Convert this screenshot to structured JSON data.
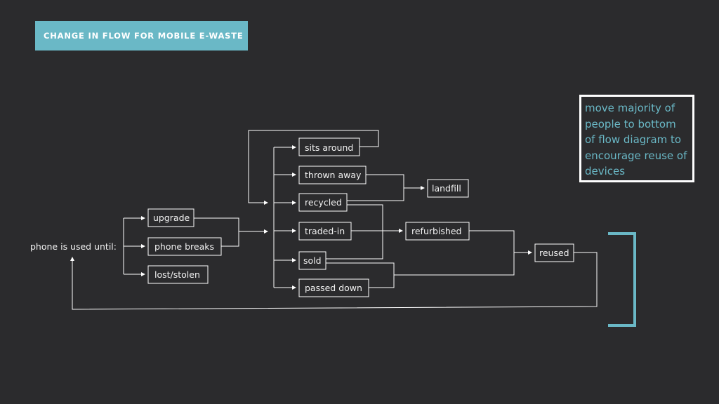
{
  "header": {
    "title": "CHANGE IN FLOW FOR MOBILE E-WASTE"
  },
  "diagram": {
    "start_label": "phone is used until:",
    "triggers": {
      "upgrade": "upgrade",
      "phone_breaks": "phone breaks",
      "lost_stolen": "lost/stolen"
    },
    "outcomes": {
      "sits_around": "sits around",
      "thrown_away": "thrown away",
      "recycled": "recycled",
      "traded_in": "traded-in",
      "sold": "sold",
      "passed_down": "passed down"
    },
    "results": {
      "landfill": "landfill",
      "refurbished": "refurbished",
      "reused": "reused"
    }
  },
  "note": {
    "lines": [
      "move majority of",
      "people to bottom",
      "of flow diagram to",
      "encourage reuse of",
      "devices"
    ]
  },
  "colors": {
    "background": "#2b2b2d",
    "accent": "#6ab8c6",
    "line": "#ffffff"
  }
}
